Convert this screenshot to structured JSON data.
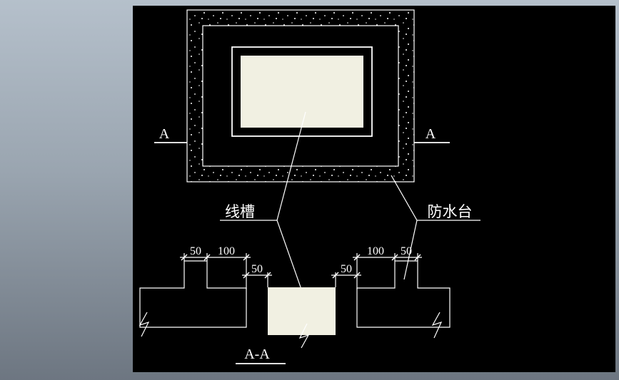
{
  "viewer": {
    "background_gradient_top": "#b5c0cb",
    "background_gradient_bottom": "#6d7681",
    "canvas_color": "#000000"
  },
  "drawing": {
    "line_color": "#ffffff",
    "fill_color": "#f1f0e2",
    "plan": {
      "section_marker_left": "A",
      "section_marker_right": "A"
    },
    "callouts": {
      "cable_trough": "线槽",
      "waterproof_platform": "防水台"
    },
    "section": {
      "title": "A-A",
      "left_dims": {
        "dim1": "50",
        "dim2": "100",
        "side": "50"
      },
      "right_dims": {
        "dim1": "100",
        "dim2": "50",
        "side": "50"
      }
    }
  }
}
